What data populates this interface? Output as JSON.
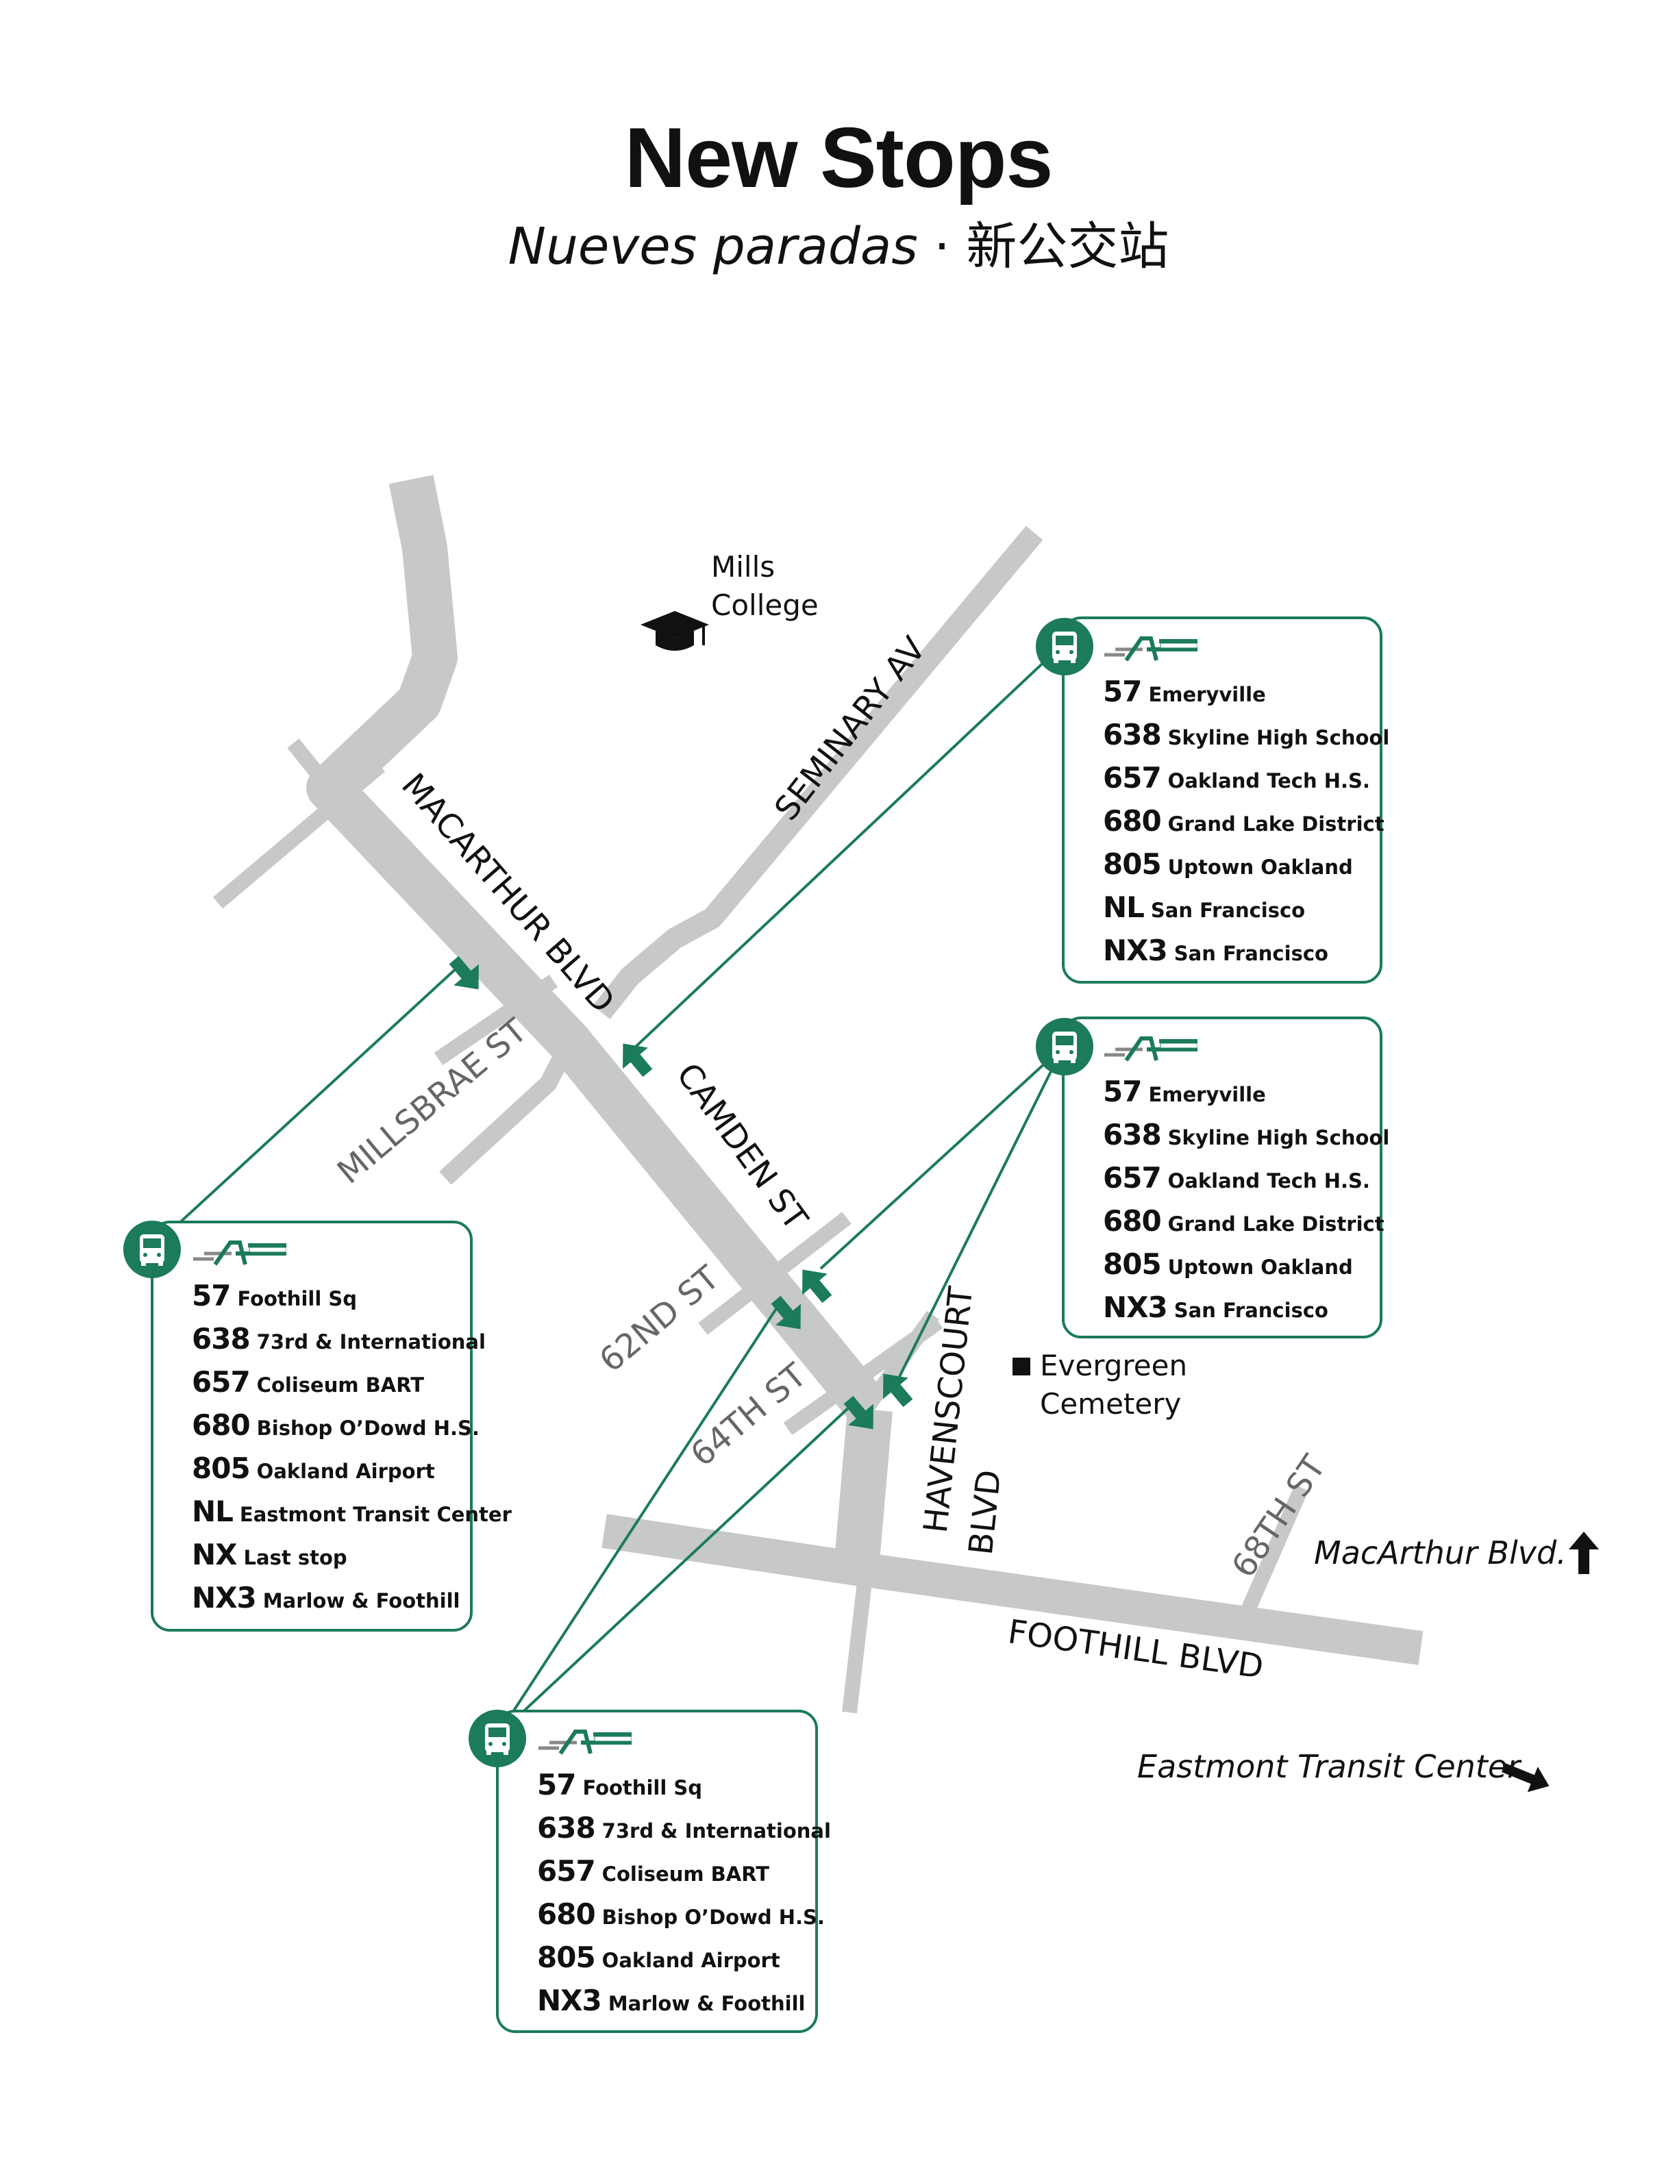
{
  "header": {
    "title": "New Stops",
    "subtitle_es": "Nueves paradas",
    "subtitle_sep": " · ",
    "subtitle_zh": "新公交站"
  },
  "colors": {
    "brand_green": "#1b7b5c",
    "street_gray": "#c7c8ca",
    "text": "#111111"
  },
  "icons": {
    "stop": "bus-stop-icon",
    "college": "graduation-cap-icon",
    "cemetery": "square-marker-icon",
    "arrow": "arrow-icon"
  },
  "streets": {
    "macarthur": "MACARTHUR BLVD",
    "seminary": "SEMINARY AV",
    "camden": "CAMDEN ST",
    "millsbrae": "MILLSBRAE ST",
    "st62": "62ND ST",
    "st64": "64TH ST",
    "havenscourt_1": "HAVENSCOURT",
    "havenscourt_2": "BLVD",
    "st68": "68TH ST",
    "foothill": "FOOTHILL BLVD"
  },
  "landmarks": {
    "mills_1": "Mills",
    "mills_2": "College",
    "evergreen_1": "Evergreen",
    "evergreen_2": "Cemetery"
  },
  "directions": {
    "macarthur": "MacArthur Blvd.",
    "eastmont": "Eastmont Transit Center"
  },
  "stops": {
    "ne_upper": {
      "routes": [
        {
          "num": "57",
          "dest": "Emeryville"
        },
        {
          "num": "638",
          "dest": "Skyline High School"
        },
        {
          "num": "657",
          "dest": "Oakland Tech H.S."
        },
        {
          "num": "680",
          "dest": "Grand Lake District"
        },
        {
          "num": "805",
          "dest": "Uptown Oakland"
        },
        {
          "num": "NL",
          "dest": "San Francisco"
        },
        {
          "num": "NX3",
          "dest": "San Francisco"
        }
      ]
    },
    "ne_lower": {
      "routes": [
        {
          "num": "57",
          "dest": "Emeryville"
        },
        {
          "num": "638",
          "dest": "Skyline High School"
        },
        {
          "num": "657",
          "dest": "Oakland Tech H.S."
        },
        {
          "num": "680",
          "dest": "Grand Lake District"
        },
        {
          "num": "805",
          "dest": "Uptown Oakland"
        },
        {
          "num": "NX3",
          "dest": "San Francisco"
        }
      ]
    },
    "west": {
      "routes": [
        {
          "num": "57",
          "dest": "Foothill Sq"
        },
        {
          "num": "638",
          "dest": "73rd & International"
        },
        {
          "num": "657",
          "dest": "Coliseum BART"
        },
        {
          "num": "680",
          "dest": "Bishop O’Dowd H.S."
        },
        {
          "num": "805",
          "dest": "Oakland Airport"
        },
        {
          "num": "NL",
          "dest": "Eastmont Transit Center"
        },
        {
          "num": "NX",
          "dest": "Last stop"
        },
        {
          "num": "NX3",
          "dest": "Marlow & Foothill"
        }
      ]
    },
    "south": {
      "routes": [
        {
          "num": "57",
          "dest": "Foothill Sq"
        },
        {
          "num": "638",
          "dest": "73rd & International"
        },
        {
          "num": "657",
          "dest": "Coliseum BART"
        },
        {
          "num": "680",
          "dest": "Bishop O’Dowd H.S."
        },
        {
          "num": "805",
          "dest": "Oakland Airport"
        },
        {
          "num": "NX3",
          "dest": "Marlow & Foothill"
        }
      ]
    }
  }
}
